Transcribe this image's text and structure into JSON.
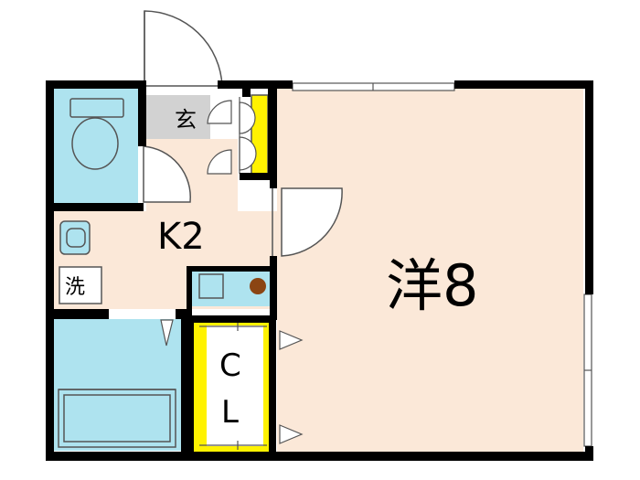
{
  "floorplan": {
    "rooms": {
      "entrance": "玄",
      "kitchen": "K2",
      "western_room": "洋8",
      "laundry": "洗",
      "closet_c": "C",
      "closet_l": "L"
    },
    "colors": {
      "wall": "#000000",
      "floor_tan": "#fbe8d8",
      "wet_area": "#aee3ef",
      "entrance_gray": "#d2d2d2",
      "closet_yellow": "#fff200",
      "stove_burner": "#8b4513",
      "line": "#555555"
    }
  }
}
